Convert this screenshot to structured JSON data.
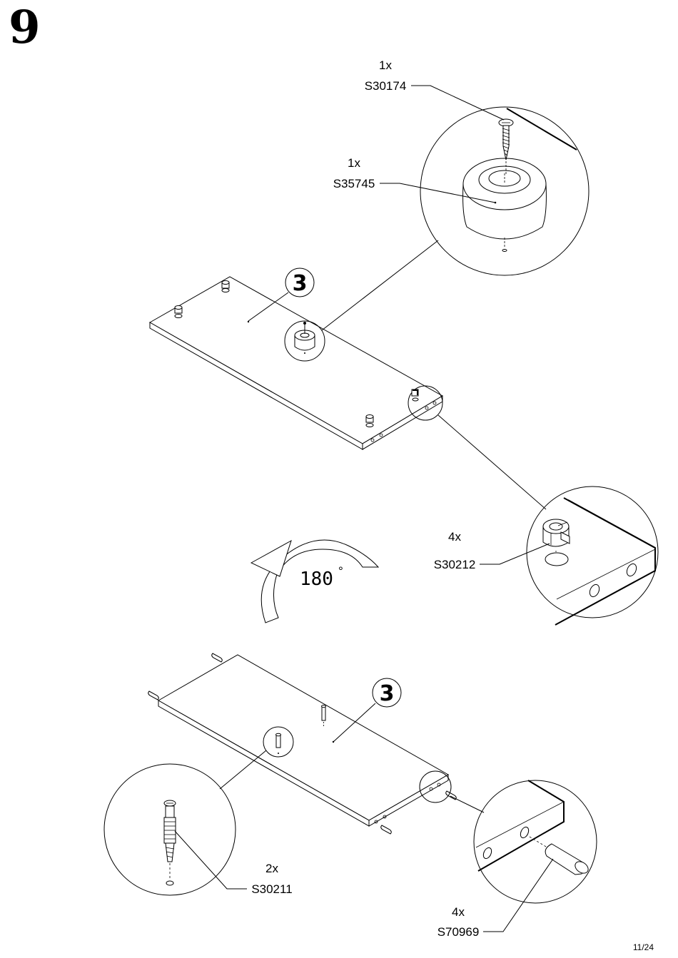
{
  "step_number": "9",
  "page_number": "11/24",
  "panel_ref": "3",
  "rotation_label": "180",
  "rotation_symbol": "°",
  "parts": [
    {
      "qty": "1x",
      "code": "S30174",
      "icon": "screw-icon"
    },
    {
      "qty": "1x",
      "code": "S35745",
      "icon": "furniture-foot-icon"
    },
    {
      "qty": "4x",
      "code": "S30212",
      "icon": "cam-lock-icon"
    },
    {
      "qty": "2x",
      "code": "S30211",
      "icon": "cam-bolt-icon"
    },
    {
      "qty": "4x",
      "code": "S70969",
      "icon": "wooden-dowel-icon"
    }
  ]
}
